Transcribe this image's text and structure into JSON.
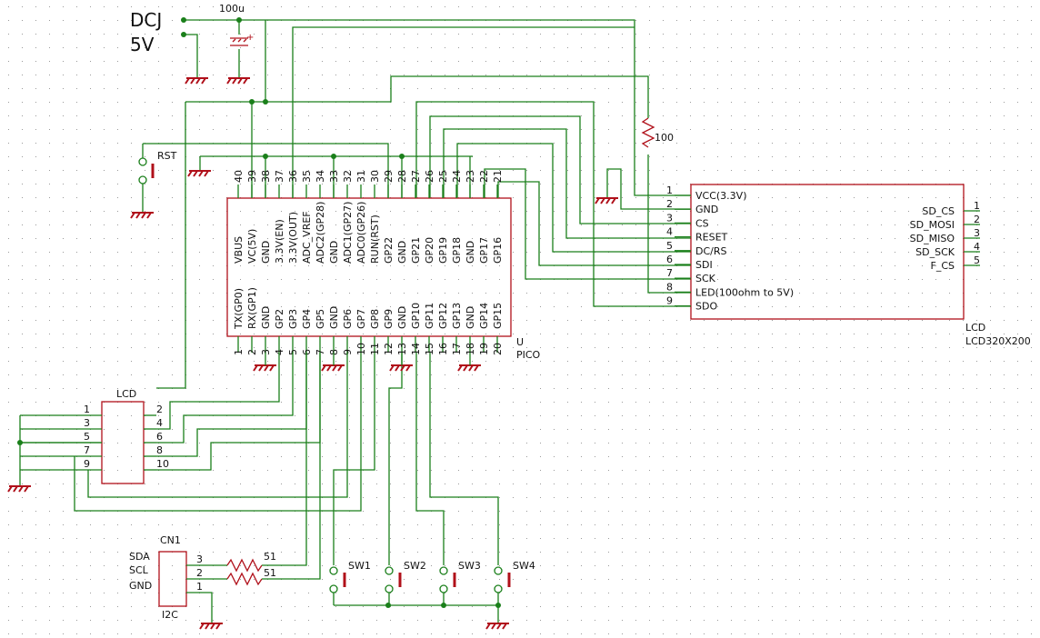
{
  "power": {
    "name_line1": "DCJ",
    "name_line2": "5V",
    "cap_value": "100u",
    "cap_polarity": "+"
  },
  "rst_label": "RST",
  "resistor_100": "100",
  "pico": {
    "ref": "U",
    "value": "PICO",
    "top_pins": [
      "40",
      "39",
      "38",
      "37",
      "36",
      "35",
      "34",
      "33",
      "32",
      "31",
      "30",
      "29",
      "28",
      "27",
      "26",
      "25",
      "24",
      "23",
      "22",
      "21"
    ],
    "top_names": [
      "VBUS",
      "VC(5V)",
      "GND",
      "3.3V(EN)",
      "3.3V(OUT)",
      "ADC_VREF",
      "ADC2(GP28)",
      "GND",
      "ADC1(GP27)",
      "ADC0(GP26)",
      "RUN(RST)",
      "GP22",
      "GND",
      "GP21",
      "GP20",
      "GP19",
      "GP18",
      "GND",
      "GP17",
      "GP16"
    ],
    "bottom_pins": [
      "1",
      "2",
      "3",
      "4",
      "5",
      "6",
      "7",
      "8",
      "9",
      "10",
      "11",
      "12",
      "13",
      "14",
      "15",
      "16",
      "17",
      "18",
      "19",
      "20"
    ],
    "bottom_names": [
      "TX(GP0)",
      "RX(GP1)",
      "GND",
      "GP2",
      "GP3",
      "GP4",
      "GP5",
      "GND",
      "GP6",
      "GP7",
      "GP8",
      "GP9",
      "GND",
      "GP10",
      "GP11",
      "GP12",
      "GP13",
      "GND",
      "GP14",
      "GP15"
    ]
  },
  "lcd_module": {
    "ref": "LCD",
    "value": "LCD320X200",
    "left_pins": [
      "1",
      "2",
      "3",
      "4",
      "5",
      "6",
      "7",
      "8",
      "9"
    ],
    "left_names": [
      "VCC(3.3V)",
      "GND",
      "CS",
      "RESET",
      "DC/RS",
      "SDI",
      "SCK",
      "LED(100ohm to 5V)",
      "SDO"
    ],
    "right_pins": [
      "1",
      "2",
      "3",
      "4",
      "5"
    ],
    "right_names": [
      "SD_CS",
      "SD_MOSI",
      "SD_MISO",
      "SD_SCK",
      "F_CS"
    ]
  },
  "lcd_connector": {
    "ref": "LCD",
    "left_pins": [
      "1",
      "3",
      "5",
      "7",
      "9"
    ],
    "right_pins": [
      "2",
      "4",
      "6",
      "8",
      "10"
    ]
  },
  "i2c": {
    "ref": "CN1",
    "value": "I2C",
    "signals": [
      "SDA",
      "SCL",
      "GND"
    ],
    "pins": [
      "3",
      "2",
      "1"
    ],
    "r_values": [
      "51",
      "51"
    ]
  },
  "switches": [
    "SW1",
    "SW2",
    "SW3",
    "SW4"
  ],
  "colors": {
    "wire": "#1a7f1a",
    "component": "#b0101a",
    "background": "#ffffff"
  }
}
